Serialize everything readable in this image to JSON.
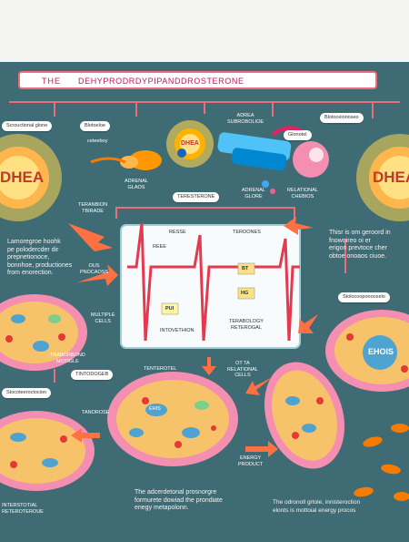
{
  "title": {
    "prefix": "THE",
    "main": "DEHYPRODRDYPIPANDDROSTERONE"
  },
  "sun_left": {
    "label": "DHEA"
  },
  "sun_right": {
    "label": "DHEA"
  },
  "sun_center": {
    "label": "DHEA"
  },
  "labels": {
    "top_left_chip": "Scrouctional glone",
    "top_left_2": "Blotoeloe",
    "top_left_2b": "ceteeboy",
    "adrenal": "ADRENAL\nGLAOS",
    "gland_top": "ADREA\nSUBROBOLIOE",
    "gland_right": "Glonotel",
    "top_right_chip": "Blotocelorioseo",
    "gland_under": "ADRENAL\nGLORE",
    "relational": "RELATIONAL\nCHEBIOS",
    "teroosone": "TERESTERONE",
    "tranbion": "TERANBION\nTBIRADE",
    "mid_left_chip": "OUS\nPNOCAOSS",
    "multiple": "MULTIPLE\nCELLS",
    "trabolic": "TRABORBOND\nMOTIGLE",
    "left_chip_3": "TINTODOGEB",
    "lower_left_chip": "Stocoteeroctocion",
    "tanorose": "TANOROSE",
    "chart_resse": "RESSE",
    "chart_teroones": "TEROONES",
    "chart_reee": "REEE",
    "chart_bt": "BT",
    "chart_hg": "HG",
    "chart_pui": "PUI",
    "chart_intoveth": "INTOVETHION",
    "chart_terabology": "TERABOLOGY\nRETEROGAL",
    "tenterotel": "TENTEROTEL",
    "ot_relational": "OT TA\nRELATIONAL\nCELLS",
    "right_chip": "Stolocooponoceelo",
    "energy_product": "ENERGY\nPRODUCT",
    "ehois": "EHOIS",
    "ehis_small": "EHIS",
    "lower_right_text": "INTERSTOTIAL\nRETEROTEROUE"
  },
  "paragraphs": {
    "left": "Lamoregroe hoohk\npe polodercder dir\nprepnetionoce,\nbonnhoe, productiones\nfrom enorection.",
    "right": "Thisr is om geroord in\nfnowoireo oi er\nerigon prevtoce cher\nobtoe onoaos ciuoe.",
    "center_bottom": "The adcerdetonal prosnorgre\nformurete dowiad the prondiate\nenegy metapolonn.",
    "right_bottom": "The odronoll grtole, innisteroction\nelonts is mottoial energy procos"
  },
  "colors": {
    "background": "#3f6b74",
    "accent": "#ef6c7d",
    "cell": "#f6b26b",
    "membrane": "#f48fb1",
    "sun": "#ffcc33"
  }
}
